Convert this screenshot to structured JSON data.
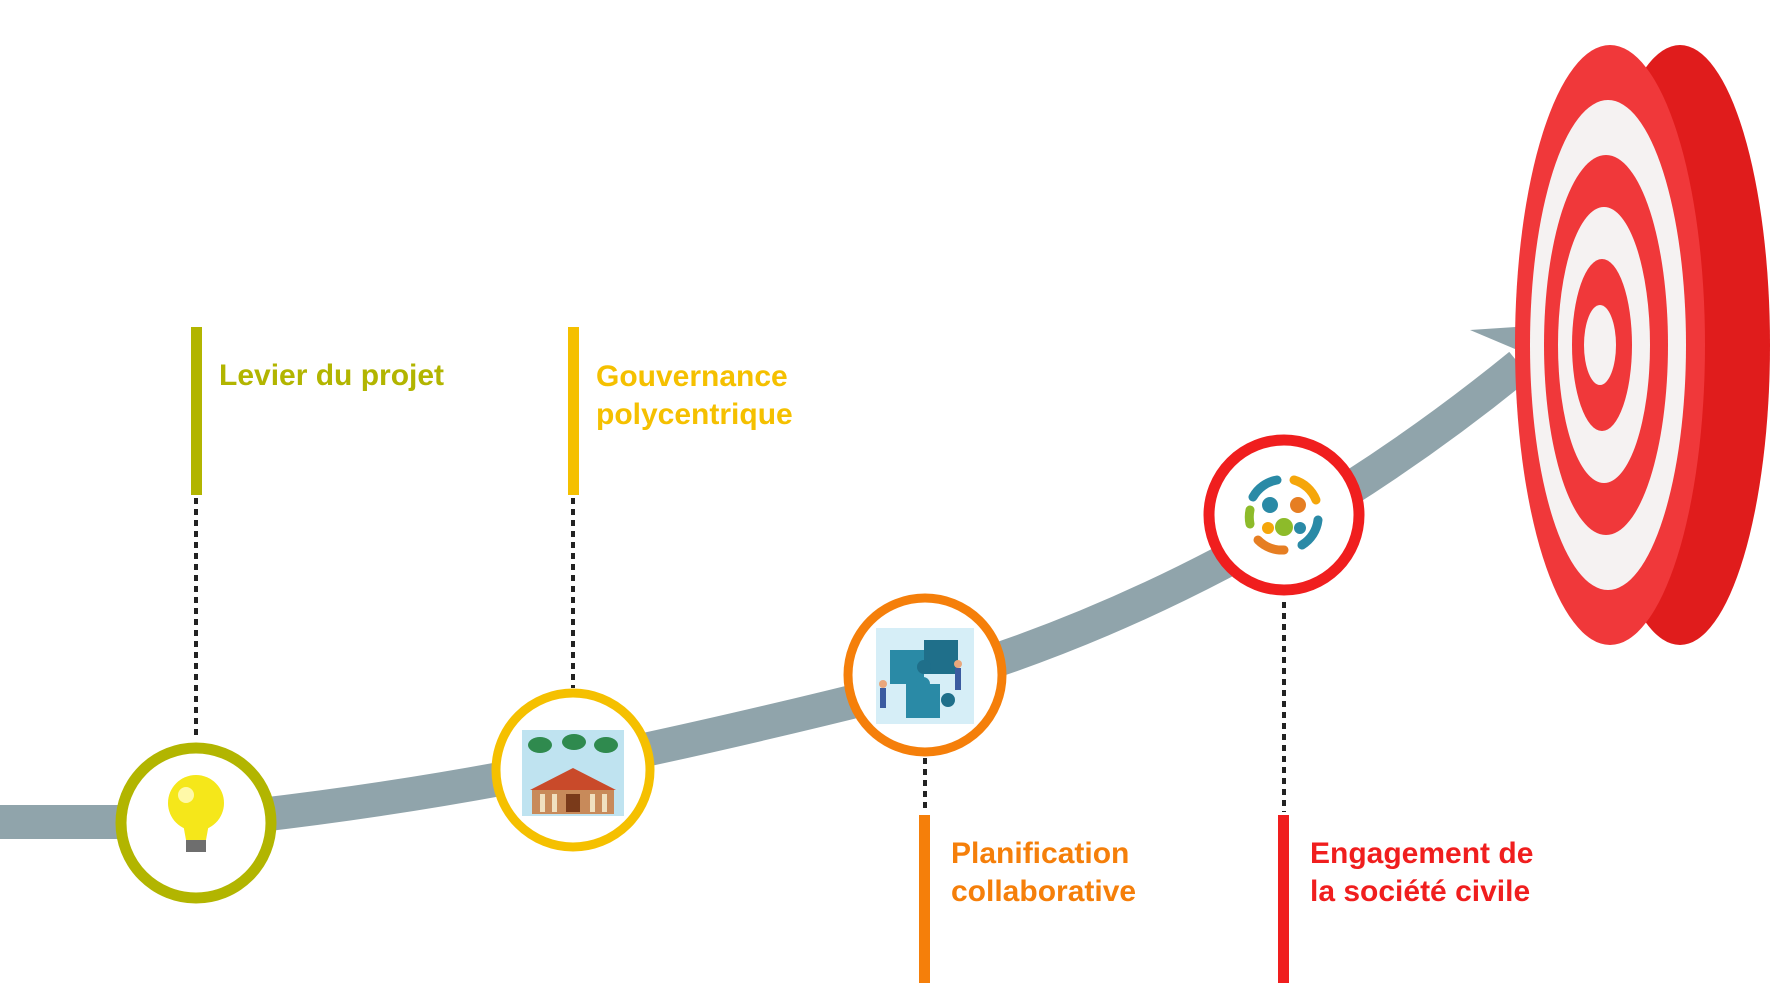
{
  "colors": {
    "path": "#90a4ab",
    "olive": "#b2b500",
    "yellow": "#f5c000",
    "orange": "#f57f0a",
    "red": "#f01e1e",
    "target_red": "#f0383a",
    "target_dark_red": "#e01c1c",
    "target_white": "#f5f2f2"
  },
  "milestones": [
    {
      "id": "levier",
      "lines": [
        "Levier du projet"
      ],
      "color": "olive",
      "icon": "lightbulb-icon"
    },
    {
      "id": "gouvernance",
      "lines": [
        "Gouvernance",
        "polycentrique"
      ],
      "color": "yellow",
      "icon": "government-building-icon"
    },
    {
      "id": "planification",
      "lines": [
        "Planification",
        "collaborative"
      ],
      "color": "orange",
      "icon": "puzzle-teamwork-icon"
    },
    {
      "id": "engagement",
      "lines": [
        "Engagement de",
        "la société civile"
      ],
      "color": "red",
      "icon": "community-circle-icon"
    }
  ],
  "goal_icon": "target-icon"
}
